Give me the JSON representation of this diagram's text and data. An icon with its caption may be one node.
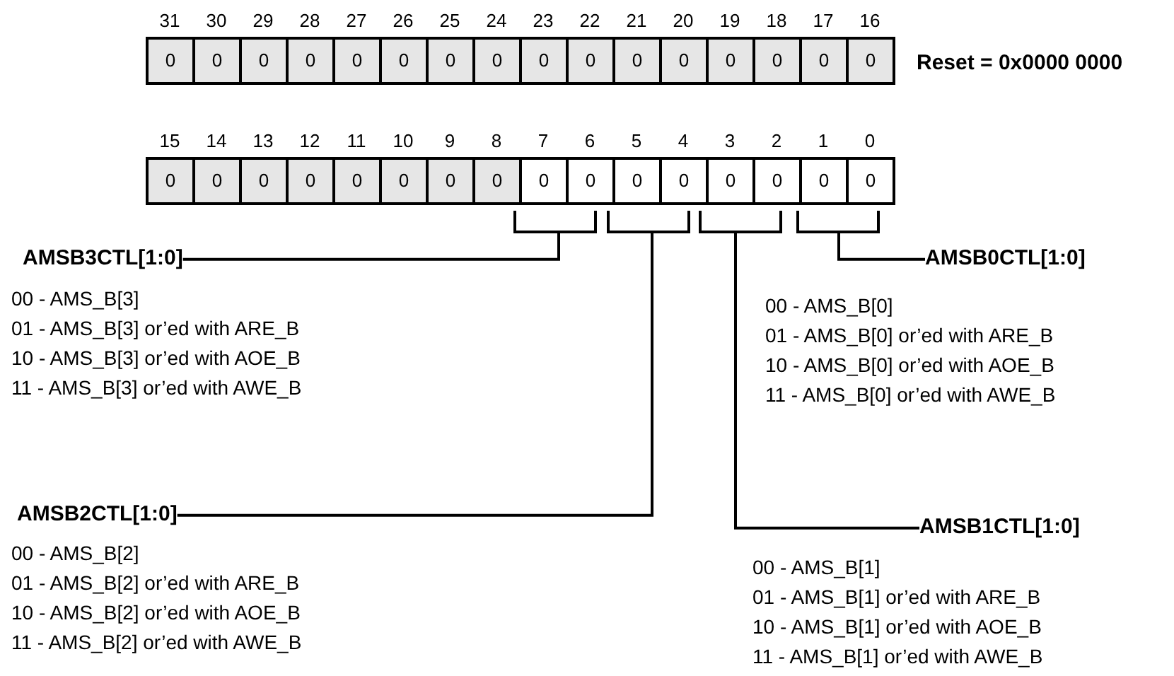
{
  "diagram": {
    "nodes": [
      {
        "text": [],
        "shape": "bracket"
      },
      {
        "text": [],
        "shape": "bracket"
      },
      {
        "text": [],
        "shape": "bracket"
      },
      {
        "text": [],
        "shape": "bracket"
      },
      {
        "text": [
          "AMSB3CTL[1:0]"
        ],
        "beside": [
          "00 - AMS_B[3]",
          "01 - AMS_B[3] or’ed with ARE_B",
          "10 - AMS_B[3] or’ed with AOE_B",
          "11 - AMS_B[3] or’ed with AWE_B"
        ]
      },
      {
        "text": [
          "AMSB0CTL[1:0]"
        ],
        "beside": [
          "00 - AMS_B[0]",
          "01 - AMS_B[0] or’ed with ARE_B",
          "10 - AMS_B[0] or’ed with AOE_B",
          "11 - AMS_B[0] or’ed with AWE_B"
        ]
      },
      {
        "text": [
          "AMSB2CTL[1:0]"
        ],
        "beside": [
          "00 - AMS_B[2]",
          "01 - AMS_B[2] or’ed with ARE_B",
          "10 - AMS_B[2] or’ed with AOE_B",
          "11 - AMS_B[2] or’ed with AWE_B"
        ]
      },
      {
        "text": [
          "AMSB1CTL[1:0]"
        ],
        "beside": [
          "00 - AMS_B[1]",
          "01 - AMS_B[1] or’ed with ARE_B",
          "10 - AMS_B[1] or’ed with AOE_B",
          "11 - AMS_B[1] or’ed with AWE_B"
        ]
      }
    ],
    "edges": [
      {
        "from": 4,
        "to": 0,
        "arrow": "none"
      },
      {
        "from": 5,
        "to": 3,
        "arrow": "none"
      },
      {
        "from": 6,
        "to": 1,
        "arrow": "none"
      },
      {
        "from": 7,
        "to": 2,
        "arrow": "none"
      }
    ],
    "labels": [
      "31",
      "30",
      "29",
      "28",
      "27",
      "26",
      "25",
      "24",
      "23",
      "22",
      "21",
      "20",
      "19",
      "18",
      "17",
      "16",
      "0",
      "0",
      "0",
      "0",
      "0",
      "0",
      "0",
      "0",
      "0",
      "0",
      "0",
      "0",
      "0",
      "0",
      "0",
      "0",
      "Reset = 0x0000 0000",
      "15",
      "14",
      "13",
      "12",
      "11",
      "10",
      "9",
      "8",
      "7",
      "6",
      "5",
      "4",
      "3",
      "2",
      "1",
      "0",
      "0",
      "0",
      "0",
      "0",
      "0",
      "0",
      "0",
      "0",
      "0",
      "0",
      "0",
      "0",
      "0",
      "0",
      "0",
      "0"
    ]
  }
}
